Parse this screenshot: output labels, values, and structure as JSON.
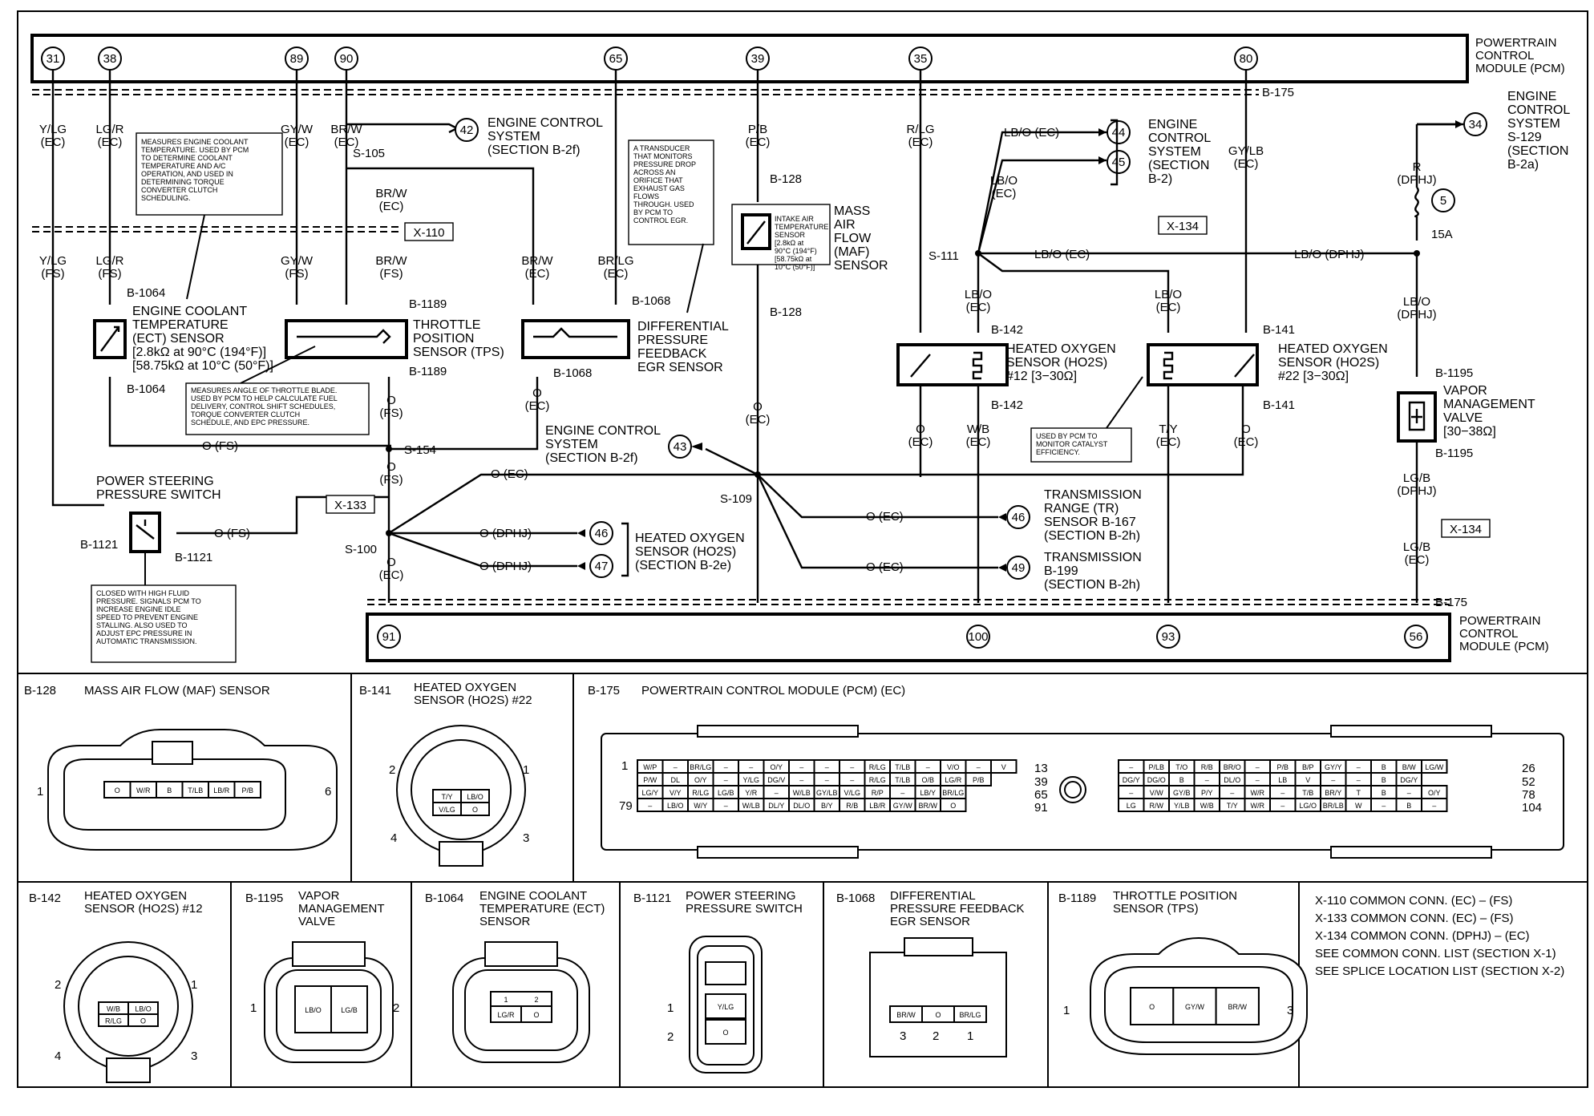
{
  "pcm_top": {
    "label": "POWERTRAIN\nCONTROL\nMODULE (PCM)",
    "pins": [
      "31",
      "38",
      "89",
      "90",
      "65",
      "39",
      "35",
      "80"
    ]
  },
  "pcm_bottom": {
    "label": "POWERTRAIN\nCONTROL\nMODULE (PCM)",
    "pins": [
      "91",
      "100",
      "93",
      "56"
    ]
  },
  "wire_labels": [
    "Y/LG\n(EC)",
    "LG/R\n(EC)",
    "GY/W\n(EC)",
    "BR/W\n(EC)",
    "P/B\n(EC)",
    "R/LG\n(EC)",
    "GY/LB\n(EC)",
    "BR/W\n(EC)",
    "Y/LG\n(FS)",
    "LG/R\n(FS)",
    "GY/W\n(FS)",
    "BR/W\n(FS)",
    "BR/W\n(EC)",
    "BR/LG\n(EC)",
    "O\n(FS)",
    "O\n(FS)",
    "O\n(EC)",
    "O (FS)",
    "O (FS)",
    "O (EC)",
    "O (DPHJ)",
    "O (DPHJ)",
    "O\n(EC)",
    "O\n(EC)",
    "O (EC)",
    "O (EC)",
    "O\n(EC)",
    "W/B\n(EC)",
    "T/Y\n(EC)",
    "O\n(EC)",
    "LB/O (EC)",
    "LB/O\n(EC)",
    "LB/O (EC)",
    "LB/O (DPHJ)",
    "LB/O\n(EC)",
    "LB/O\n(EC)",
    "R\n(DPHJ)",
    "15A",
    "LB/O\n(DPHJ)",
    "LG/B\n(DPHJ)",
    "LG/B\n(EC)"
  ],
  "connector_refs": [
    "B-175",
    "B-175",
    "B-128",
    "B-128",
    "B-1064",
    "B-1064",
    "B-1189",
    "B-1189",
    "B-1068",
    "B-1068",
    "B-142",
    "B-142",
    "B-141",
    "B-141",
    "B-1195",
    "B-1195",
    "B-1121",
    "B-1121",
    "X-110",
    "X-133",
    "X-134",
    "X-134",
    "S-105",
    "S-154",
    "S-100",
    "S-109",
    "S-111",
    "S-129"
  ],
  "references": [
    {
      "num": "42",
      "text": "ENGINE CONTROL\nSYSTEM\n(SECTION B-2f)"
    },
    {
      "num": "34",
      "text": "ENGINE\nCONTROL\nSYSTEM\nS-129\n(SECTION\nB-2a)"
    },
    {
      "num": "5",
      "text": ""
    },
    {
      "num": "44",
      "text": ""
    },
    {
      "num": "45",
      "text": "ENGINE\nCONTROL\nSYSTEM\n(SECTION\nB-2)"
    },
    {
      "num": "43",
      "text": "ENGINE CONTROL\nSYSTEM\n(SECTION B-2f)"
    },
    {
      "num": "46",
      "text": "TRANSMISSION\nRANGE (TR)\nSENSOR B-167\n(SECTION B-2h)"
    },
    {
      "num": "49",
      "text": "TRANSMISSION\nB-199\n(SECTION B-2h)"
    },
    {
      "num": "46",
      "text": ""
    },
    {
      "num": "47",
      "text": "HEATED OXYGEN\nSENSOR (HO2S)\n(SECTION B-2e)"
    }
  ],
  "components": [
    {
      "name": "ENGINE COOLANT\nTEMPERATURE\n(ECT)  SENSOR\n[2.8kΩ at 90°C (194°F)]\n[58.75kΩ at 10°C (50°F)]"
    },
    {
      "name": "THROTTLE\nPOSITION\nSENSOR  (TPS)"
    },
    {
      "name": "DIFFERENTIAL\nPRESSURE\nFEEDBACK\nEGR SENSOR"
    },
    {
      "name": "MASS\nAIR\nFLOW\n(MAF)\nSENSOR"
    },
    {
      "name": "HEATED OXYGEN\nSENSOR (HO2S)\n#12 [3−30Ω]"
    },
    {
      "name": "HEATED OXYGEN\nSENSOR (HO2S)\n#22 [3−30Ω]"
    },
    {
      "name": "VAPOR\nMANAGEMENT\nVALVE\n[30−38Ω]"
    },
    {
      "name": "POWER STEERING\nPRESSURE SWITCH"
    },
    {
      "name": "INTAKE AIR\nTEMPERATURE\nSENSOR\n[2.8kΩ at\n90°C (194°F)\n[58.75kΩ at\n10°C (50°F)]"
    }
  ],
  "notes": [
    "MEASURES ENGINE COOLANT\nTEMPERATURE. USED BY PCM\nTO DETERMINE COOLANT\nTEMPERATURE AND A/C\nOPERATION, AND USED IN\nDETERMINING TORQUE\nCONVERTER CLUTCH\nSCHEDULING.",
    "A TRANSDUCER\nTHAT MONITORS\nPRESSURE DROP\nACROSS AN\nORIFICE THAT\nEXHAUST GAS\nFLOWS\nTHROUGH. USED\nBY PCM TO\nCONTROL EGR.",
    "MEASURES ANGLE OF THROTTLE BLADE.\nUSED BY PCM TO HELP CALCULATE FUEL\nDELIVERY, CONTROL SHIFT SCHEDULES,\nTORQUE CONVERTER CLUTCH\nSCHEDULE, AND EPC PRESSURE.",
    "USED BY PCM TO\nMONITOR CATALYST\nEFFICIENCY.",
    "CLOSED WITH HIGH FLUID\nPRESSURE. SIGNALS PCM TO\nINCREASE ENGINE IDLE\nSPEED TO PREVENT ENGINE\nSTALLING. ALSO USED TO\nADJUST EPC PRESSURE IN\nAUTOMATIC TRANSMISSION."
  ],
  "views": [
    {
      "ref": "B-128",
      "title": "MASS AIR FLOW (MAF) SENSOR",
      "pins": [
        "1",
        "6"
      ],
      "cavities": [
        "O",
        "W/R",
        "B",
        "T/LB",
        "LB/R",
        "P/B"
      ]
    },
    {
      "ref": "B-141",
      "title": "HEATED OXYGEN\nSENSOR (HO2S) #22",
      "pins": [
        "2",
        "1",
        "4",
        "3"
      ],
      "cavities": [
        "T/Y",
        "LB/O",
        "V/LG",
        "O"
      ]
    },
    {
      "ref": "B-175",
      "title": "POWERTRAIN CONTROL MODULE (PCM) (EC)",
      "pins": [
        "1",
        "79",
        "13",
        "39",
        "65",
        "91",
        "26",
        "52",
        "78",
        "104"
      ],
      "cavities": []
    },
    {
      "ref": "B-142",
      "title": "HEATED OXYGEN\nSENSOR (HO2S) #12",
      "pins": [
        "2",
        "1",
        "4",
        "3"
      ],
      "cavities": [
        "W/B",
        "LB/O",
        "R/LG",
        "O"
      ]
    },
    {
      "ref": "B-1195",
      "title": "VAPOR\nMANAGEMENT\nVALVE",
      "pins": [
        "1",
        "2"
      ],
      "cavities": [
        "LB/O",
        "LG/B"
      ]
    },
    {
      "ref": "B-1064",
      "title": "ENGINE COOLANT\nTEMPERATURE (ECT)\nSENSOR",
      "pins": [
        "1",
        "2"
      ],
      "cavities": [
        "LG/R",
        "O"
      ]
    },
    {
      "ref": "B-1121",
      "title": "POWER STEERING\nPRESSURE SWITCH",
      "pins": [
        "1",
        "2"
      ],
      "cavities": [
        "Y/LG",
        "O"
      ]
    },
    {
      "ref": "B-1068",
      "title": "DIFFERENTIAL\nPRESSURE FEEDBACK\nEGR SENSOR",
      "pins": [
        "3",
        "2",
        "1"
      ],
      "cavities": [
        "BR/W",
        "O",
        "BR/LG"
      ]
    },
    {
      "ref": "B-1189",
      "title": "THROTTLE POSITION\nSENSOR (TPS)",
      "pins": [
        "1",
        "3"
      ],
      "cavities": [
        "O",
        "GY/W",
        "BR/W"
      ]
    }
  ],
  "pcm_connector": {
    "row1": [
      "W/P",
      "–",
      "BR/LG",
      "–",
      "–",
      "O/Y",
      "–",
      "–",
      "–",
      "R/LG",
      "T/LB",
      "–",
      "V/O",
      "–",
      "V"
    ],
    "row2": [
      "P/W",
      "DL",
      "O/Y",
      "–",
      "Y/LG",
      "DG/V",
      "–",
      "–",
      "–",
      "R/LG",
      "T/LB",
      "O/B",
      "LG/R",
      "P/B"
    ],
    "row3": [
      "LG/Y",
      "V/Y",
      "R/LG",
      "LG/B",
      "Y/R",
      "–",
      "W/LB",
      "GY/LB",
      "V/LG",
      "R/P",
      "–",
      "LB/Y",
      "BR/LG"
    ],
    "row4": [
      "–",
      "LB/O",
      "W/Y",
      "–",
      "W/LB",
      "DL/Y",
      "DL/O",
      "B/Y",
      "R/B",
      "LB/R",
      "GY/W",
      "BR/W",
      "O"
    ],
    "row1r": [
      "–",
      "P/LB",
      "T/O",
      "R/B",
      "BR/O",
      "–",
      "P/B",
      "B/P",
      "GY/Y",
      "–",
      "B",
      "B/W",
      "LG/W"
    ],
    "row2r": [
      "DG/Y",
      "DG/O",
      "B",
      "–",
      "DL/O",
      "–",
      "LB",
      "V",
      "–",
      "–",
      "B",
      "DG/Y"
    ],
    "row3r": [
      "–",
      "V/W",
      "GY/B",
      "P/Y",
      "–",
      "W/R",
      "–",
      "T/B",
      "BR/Y",
      "T",
      "B",
      "–",
      "O/Y"
    ],
    "row4r": [
      "LG",
      "R/W",
      "Y/LB",
      "W/B",
      "T/Y",
      "W/R",
      "–",
      "LG/O",
      "BR/LB",
      "W",
      "–",
      "B",
      "–"
    ]
  },
  "legend": [
    "X-110     COMMON CONN. (EC) – (FS)",
    "X-133     COMMON CONN. (EC) – (FS)",
    "X-134     COMMON CONN. (DPHJ) – (EC)",
    "SEE COMMON CONN. LIST (SECTION X-1)",
    "SEE SPLICE LOCATION LIST (SECTION X-2)"
  ]
}
